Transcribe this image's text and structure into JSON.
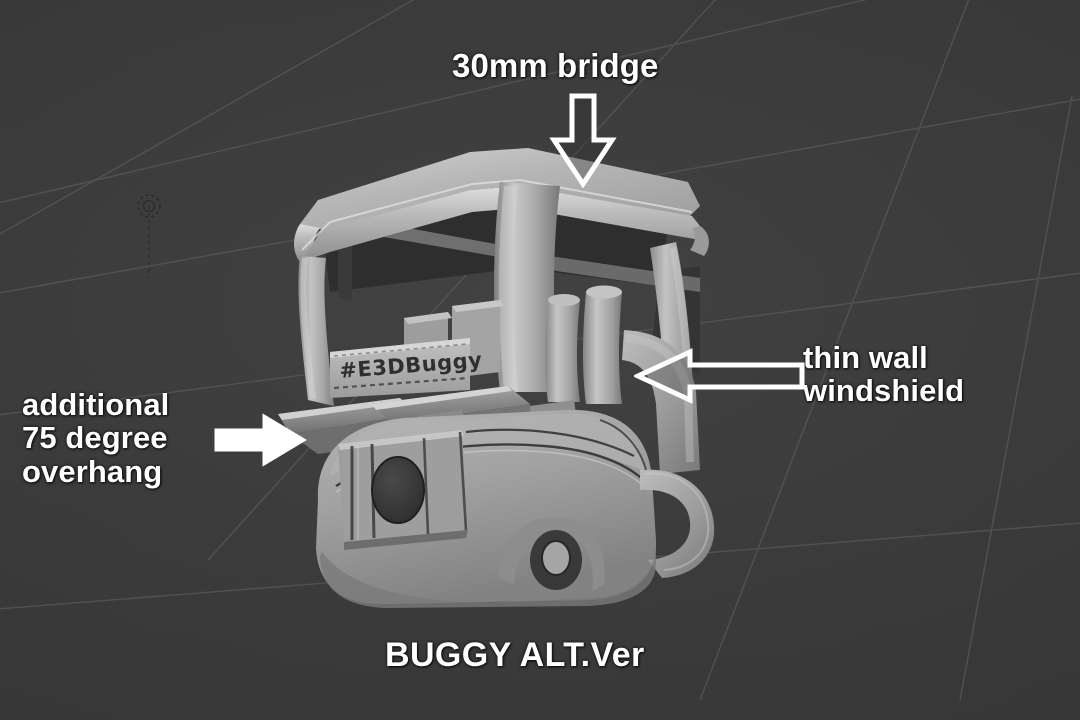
{
  "scene": {
    "title": "BUGGY ALT.Ver",
    "background_color": "#3a3a3a",
    "grid_color": "#555555",
    "model_color": "#a0a0a0",
    "annotation_color": "#ffffff"
  },
  "model": {
    "emboss_text": "#E3DBuggy"
  },
  "annotations": [
    {
      "id": "bridge",
      "text": "30mm bridge",
      "arrow": "arrow-down-outline"
    },
    {
      "id": "thin-wall",
      "text": "thin wall\nwindshield",
      "arrow": "arrow-left-outline"
    },
    {
      "id": "overhang",
      "text": "additional\n75 degree\noverhang",
      "arrow": "arrow-right-solid"
    }
  ]
}
